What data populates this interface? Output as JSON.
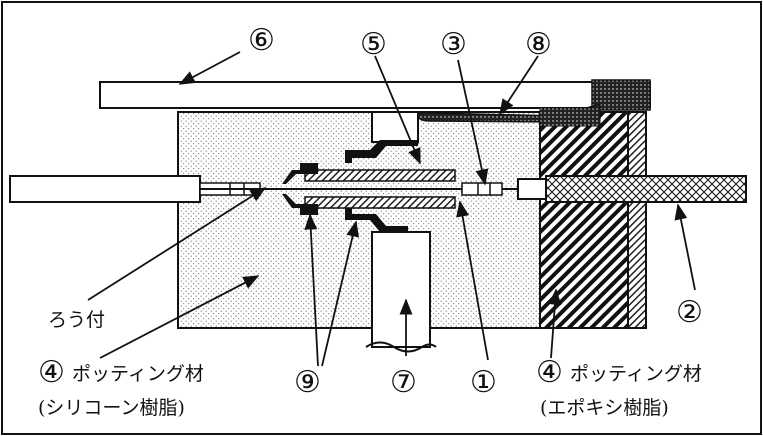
{
  "labels": {
    "l1": "①",
    "l2": "②",
    "l3": "③",
    "l4a": "④",
    "l4b": "④",
    "l5": "⑤",
    "l6": "⑥",
    "l7": "⑦",
    "l8": "⑧",
    "l9": "⑨",
    "solder": "ろう付",
    "potting_left_1": "ポッティング材",
    "potting_left_2": "(シリコーン樹脂)",
    "potting_right_1": "ポッティング材",
    "potting_right_2": "(エポキシ樹脂)"
  }
}
